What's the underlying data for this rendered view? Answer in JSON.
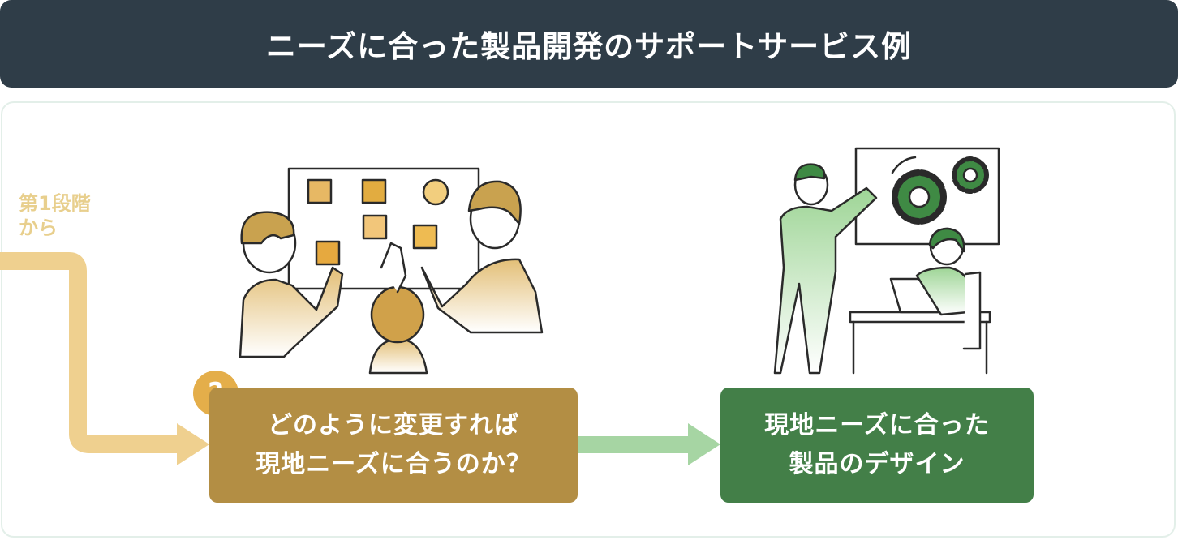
{
  "header": {
    "title": "ニーズに合った製品開発のサポートサービス例"
  },
  "flow": {
    "start_label": "第1段階\nから",
    "question_badge": "?",
    "question_box": "どのように変更すれば\n現地ニーズに合うのか？",
    "result_box": "現地ニーズに合った\n製品のデザイン"
  },
  "illustrations": {
    "left": "team-brainstorming-with-sticky-notes",
    "right": "presenter-with-gears-and-woman-at-laptop"
  },
  "colors": {
    "header_bg": "#2f3d48",
    "question_box": "#b38e44",
    "result_box": "#437f48",
    "start_path": "#efd08f",
    "middle_arrow": "#a6d5a3",
    "badge": "#e4ae4a"
  }
}
